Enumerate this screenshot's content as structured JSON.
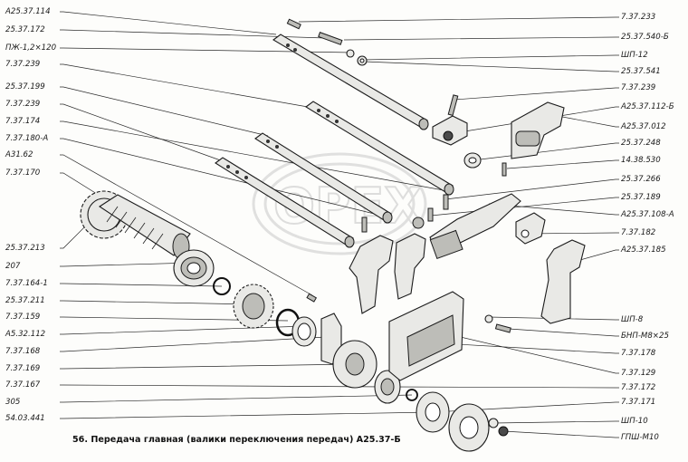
{
  "left_labels": [
    "А25.37.114",
    "25.37.172",
    "ПЖ-1,2×120",
    "7.37.239",
    "25.37.199",
    "7.37.239",
    "7.37.174",
    "7.37.180-А",
    "А31.62",
    "7.37.170",
    "25.37.213",
    "207",
    "7.37.164-1",
    "25.37.211",
    "7.37.159",
    "А5.32.112",
    "7.37.168",
    "7.37.169",
    "7.37.167",
    "305",
    "54.03.441"
  ],
  "right_labels": [
    "7.37.233",
    "25.37.540-Б",
    "ШП-12",
    "25.37.541",
    "7.37.239",
    "А25.37.112-Б",
    "А25.37.012",
    "25.37.248",
    "14.38.530",
    "25.37.266",
    "25.37.189",
    "А25.37.108-А",
    "7.37.182",
    "А25.37.185",
    "ШП-8",
    "БНП-М8×25",
    "7.37.178",
    "7.37.129",
    "7.37.172",
    "7.37.171",
    "ШП-10",
    "ГПШ-М10"
  ],
  "caption": "56. Передача главная (валики переключения передач) А25.37-Б",
  "watermark": "OPEX"
}
